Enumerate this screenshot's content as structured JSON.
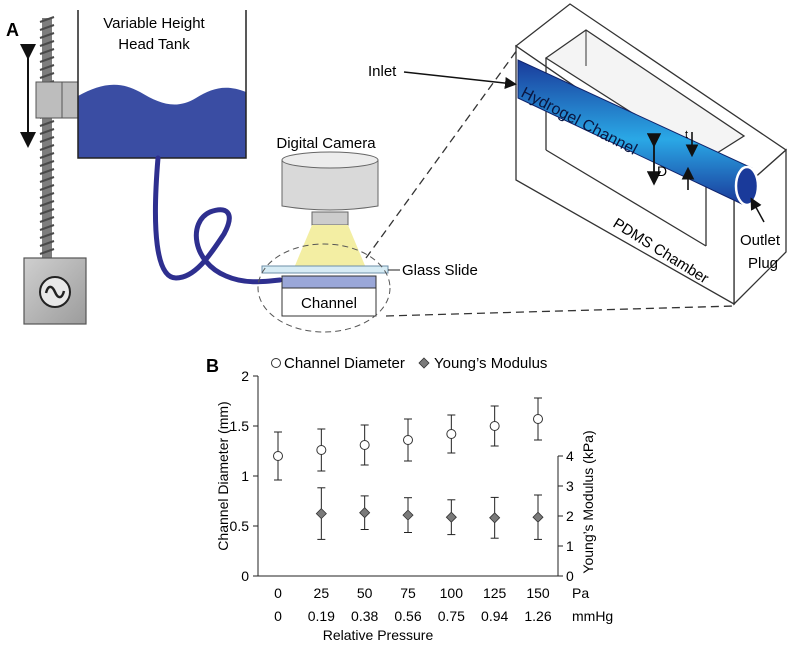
{
  "panel_a": {
    "label": "A",
    "tank_label_line1": "Variable Height",
    "tank_label_line2": "Head Tank",
    "camera_label": "Digital Camera",
    "glass_slide_label": "Glass Slide",
    "channel_box_label": "Channel",
    "inlet_label": "Inlet",
    "hydrogel_label": "Hydrogel Channel",
    "pdms_label": "PDMS Chamber",
    "outlet_line1": "Outlet",
    "outlet_line2": "Plug",
    "d_label": "D",
    "t_label": "t",
    "motor_symbol": "~"
  },
  "panel_b": {
    "label": "B",
    "legend": {
      "diameter": "Channel Diameter",
      "modulus": "Young’s Modulus"
    },
    "ylabel_left": "Channel Diameter (mm)",
    "ylabel_right": "Young’s Modulus (kPa)",
    "unit_pa": "Pa",
    "unit_mmhg": "mmHg",
    "xlabel": "Relative Pressure"
  },
  "chart_data": {
    "type": "scatter",
    "x_pa": [
      0,
      25,
      50,
      75,
      100,
      125,
      150
    ],
    "x_mmhg": [
      "0",
      "0.19",
      "0.38",
      "0.56",
      "0.75",
      "0.94",
      "1.26"
    ],
    "left_axis": {
      "label": "Channel Diameter (mm)",
      "ylim": [
        0,
        2
      ],
      "ticks": [
        "0",
        "0.5",
        "1",
        "1.5",
        "2"
      ]
    },
    "right_axis": {
      "label": "Young’s Modulus (kPa)",
      "ylim": [
        0,
        4
      ],
      "ticks": [
        "0",
        "1",
        "2",
        "3",
        "4"
      ]
    },
    "series": [
      {
        "name": "Channel Diameter",
        "marker": "circle",
        "axis": "left",
        "x": [
          0,
          25,
          50,
          75,
          100,
          125,
          150
        ],
        "y": [
          1.2,
          1.26,
          1.31,
          1.36,
          1.42,
          1.5,
          1.57
        ],
        "err": [
          0.24,
          0.21,
          0.2,
          0.21,
          0.19,
          0.2,
          0.21
        ]
      },
      {
        "name": "Young’s Modulus",
        "marker": "diamond",
        "axis": "right",
        "x": [
          25,
          50,
          75,
          100,
          125,
          150
        ],
        "y": [
          2.08,
          2.11,
          2.03,
          1.96,
          1.94,
          1.96
        ],
        "err": [
          0.86,
          0.56,
          0.58,
          0.58,
          0.68,
          0.74
        ]
      }
    ],
    "grid": false,
    "legend_position": "top"
  },
  "colors": {
    "water": "#3a4da3",
    "tube": "#2e2f8f",
    "gel_dark": "#1a3d9c",
    "gel_light": "#29b3e6",
    "cone": "#f3eea3",
    "camera": "#d9d9d9",
    "marker_fill": "#7a7a7a"
  }
}
